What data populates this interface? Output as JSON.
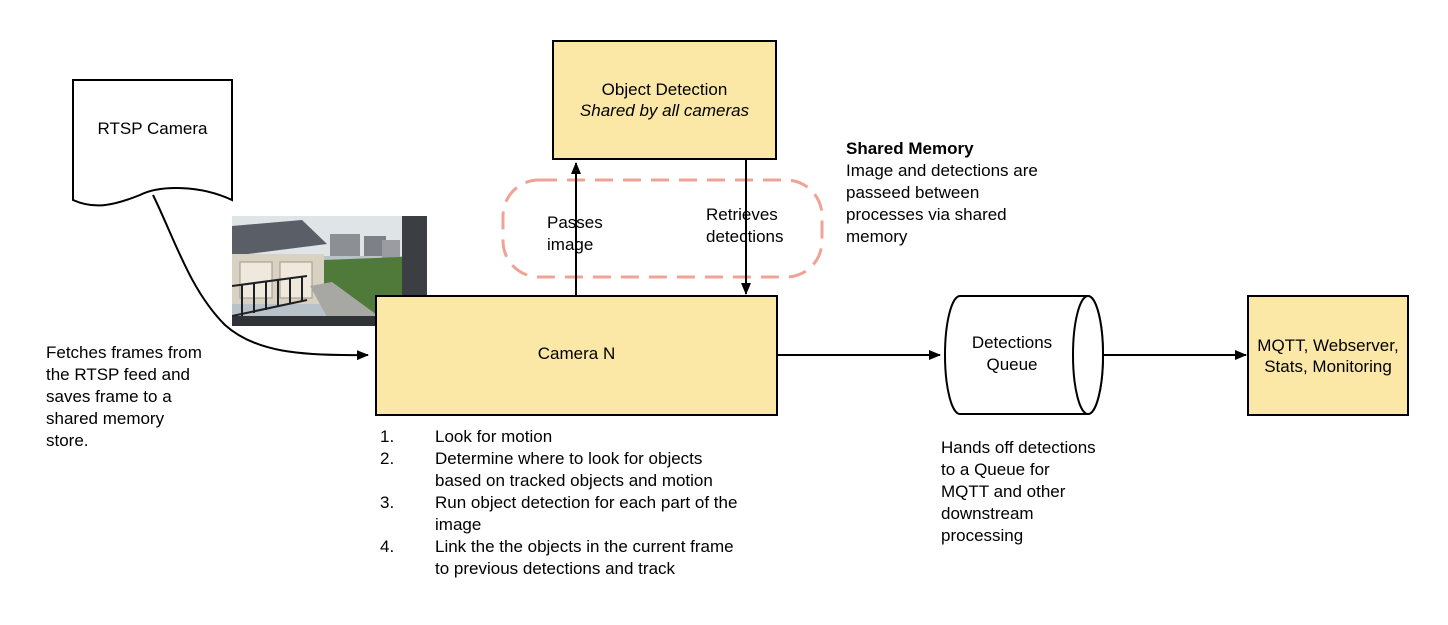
{
  "nodes": {
    "rtsp_camera": "RTSP Camera",
    "object_detection": {
      "title": "Object Detection",
      "subtitle": "Shared by all cameras"
    },
    "camera_n": "Camera N",
    "detections_queue": [
      "Detections",
      "Queue"
    ],
    "mqtt": [
      "MQTT, Webserver,",
      "Stats, Monitoring"
    ]
  },
  "edge_labels": {
    "passes_image": [
      "Passes",
      "image"
    ],
    "retrieves_detections": [
      "Retrieves",
      "detections"
    ]
  },
  "annotations": {
    "shared_memory_title": "Shared Memory",
    "shared_memory_body": [
      "Image and detections are",
      "passeed between",
      "processes via shared",
      "memory"
    ],
    "fetch_note": [
      "Fetches frames from",
      "the RTSP feed and",
      "saves frame to a",
      "shared memory",
      "store."
    ],
    "queue_note": [
      "Hands off detections",
      "to a Queue for",
      "MQTT and other",
      "downstream",
      "processing"
    ]
  },
  "steps": [
    {
      "num": "1.",
      "lines": [
        "Look for motion"
      ]
    },
    {
      "num": "2.",
      "lines": [
        "Determine where to look for objects",
        "based on tracked objects and motion"
      ]
    },
    {
      "num": "3.",
      "lines": [
        "Run object detection for each part of the",
        "image"
      ]
    },
    {
      "num": "4.",
      "lines": [
        "Link the the objects in the current frame",
        "to previous detections and track"
      ]
    }
  ],
  "camera_image": {
    "icon": "camera-frame-image"
  },
  "colors": {
    "box_fill": "#fbe8a6",
    "outline": "#000000",
    "shared_memory_border": "#f0a394"
  }
}
